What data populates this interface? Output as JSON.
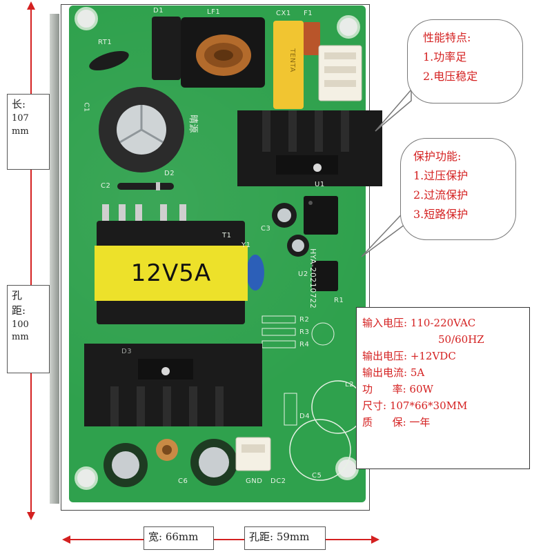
{
  "dimensions": {
    "length": {
      "label": "长:",
      "value": "107",
      "unit": "mm"
    },
    "hole_distance_vertical": {
      "label_line1": "孔",
      "label_line2": "距:",
      "value": "100",
      "unit": "mm"
    },
    "width": {
      "text": "宽: 66mm"
    },
    "hole_distance_horizontal": {
      "text": "孔距: 59mm"
    }
  },
  "board": {
    "transformer_label": "12V5A",
    "silkscreen": {
      "lf1": "LF1",
      "cx1": "CX1",
      "f1": "F1",
      "rt1": "RT1",
      "c1": "C1",
      "d1": "D1",
      "d2": "D2",
      "c2": "C2",
      "c3": "C3",
      "u1": "U1",
      "t1": "T1",
      "y1": "Y1",
      "u2": "U2",
      "r1": "R1",
      "r2": "R2",
      "r3": "R3",
      "r4": "R4",
      "d3": "D3",
      "l2": "L2",
      "d4": "D4",
      "c5": "C5",
      "c6": "C6",
      "gnd": "GND",
      "dc2": "DC2",
      "model": "HYA-20210722",
      "brand": "晴源",
      "fuse_brand": "TENTA"
    }
  },
  "features": {
    "title": "性能特点:",
    "items": [
      "1.功率足",
      "2.电压稳定"
    ]
  },
  "protection": {
    "title": "保护功能:",
    "items": [
      "1.过压保护",
      "2.过流保护",
      "3.短路保护"
    ]
  },
  "specs": {
    "input_voltage": "输入电压: 110-220VAC",
    "input_frequency": "50/60HZ",
    "output_voltage": "输出电压: +12VDC",
    "output_current": "输出电流: 5A",
    "power": "功      率: 60W",
    "size": "尺寸: 107*66*30MM",
    "warranty": "质      保: 一年"
  },
  "colors": {
    "accent_red": "#d42020",
    "pcb_green": "#2fa14d",
    "transformer_yellow": "#ede12a"
  }
}
